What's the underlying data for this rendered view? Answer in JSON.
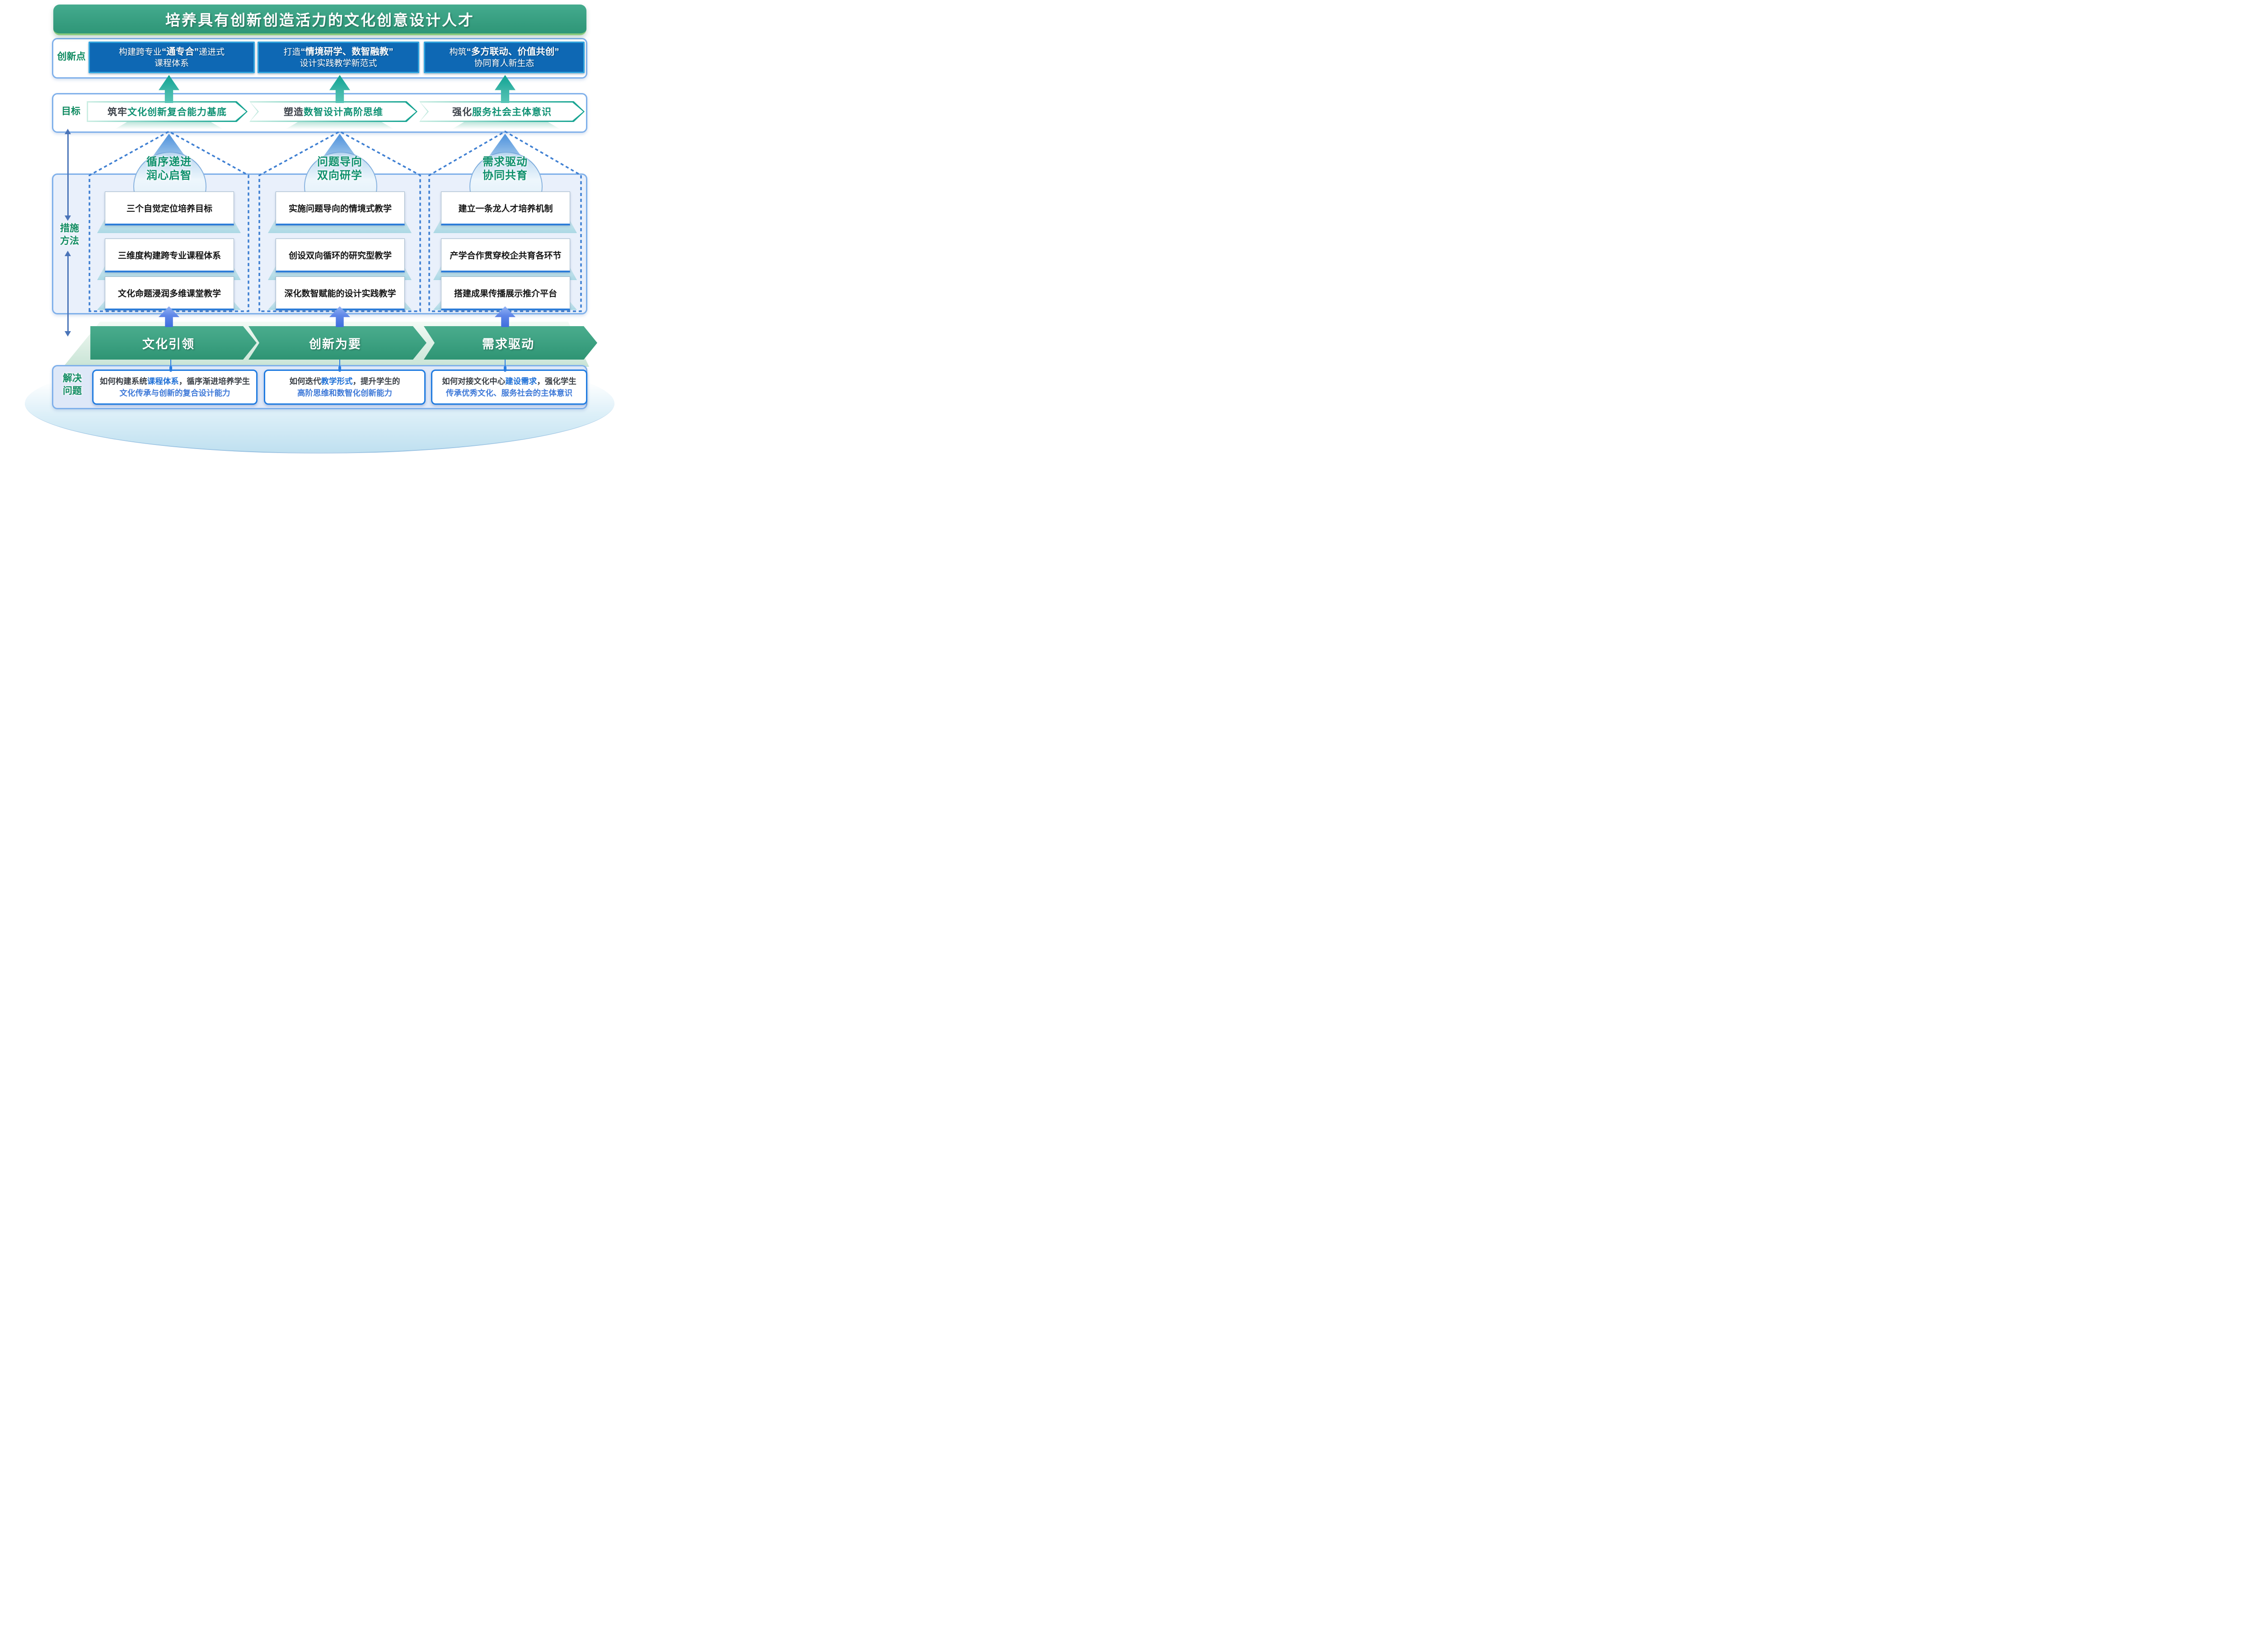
{
  "title": "培养具有创新创造活力的文化创意设计人才",
  "labels": {
    "innovation": "创新点",
    "goal": "目标",
    "measures_l1": "措施",
    "measures_l2": "方法",
    "solve_l1": "解决",
    "solve_l2": "问题"
  },
  "innovation_boxes": [
    {
      "pre": "构建跨专业",
      "bold": "“通专合”",
      "post": "递进式",
      "line2": "课程体系"
    },
    {
      "pre": "打造",
      "bold": "“情境研学、数智融教”",
      "post": "",
      "line2": "设计实践教学新范式"
    },
    {
      "pre": "构筑",
      "bold": "“多方联动、价值共创”",
      "post": "",
      "line2": "协同育人新生态"
    }
  ],
  "goals": [
    {
      "em": "筑牢",
      "rest": "文化创新复合能力基底"
    },
    {
      "em": "塑造",
      "rest": "数智设计高阶思维"
    },
    {
      "em": "强化",
      "rest": "服务社会主体意识"
    }
  ],
  "columns": [
    {
      "h1": "循序递进",
      "h2": "润心启智",
      "items": [
        "三个自觉定位培养目标",
        "三维度构建跨专业课程体系",
        "文化命题浸润多维课堂教学"
      ]
    },
    {
      "h1": "问题导向",
      "h2": "双向研学",
      "items": [
        "实施问题导向的情境式教学",
        "创设双向循环的研究型教学",
        "深化数智赋能的设计实践教学"
      ]
    },
    {
      "h1": "需求驱动",
      "h2": "协同共育",
      "items": [
        "建立一条龙人才培养机制",
        "产学合作贯穿校企共育各环节",
        "搭建成果传播展示推介平台"
      ]
    }
  ],
  "process": [
    "文化引领",
    "创新为要",
    "需求驱动"
  ],
  "problems": [
    {
      "l1a": "如何构建系统",
      "l1b": "课程体系",
      "l1c": "，循序渐进培养学生",
      "l2": "文化传承与创新的复合设计能力"
    },
    {
      "l1a": "如何迭代",
      "l1b": "教学形式",
      "l1c": "，提升学生的",
      "l2": "高阶思维和数智化创新能力"
    },
    {
      "l1a": "如何对接文化中心",
      "l1b": "建设需求",
      "l1c": "，强化学生",
      "l2": "传承优秀文化、服务社会的主体意识"
    }
  ],
  "colors": {
    "banner_green": "#35a184",
    "box_blue": "#0e68b4",
    "box_blue_border": "#31a4de",
    "teal_arrow": "#11a496",
    "green_text": "#0e8a60",
    "dashed_blue": "#3d7fd3",
    "chevron_green": "#3ba183",
    "keyword_blue": "#1d6fd6",
    "line2_blue": "#3e79d8"
  }
}
